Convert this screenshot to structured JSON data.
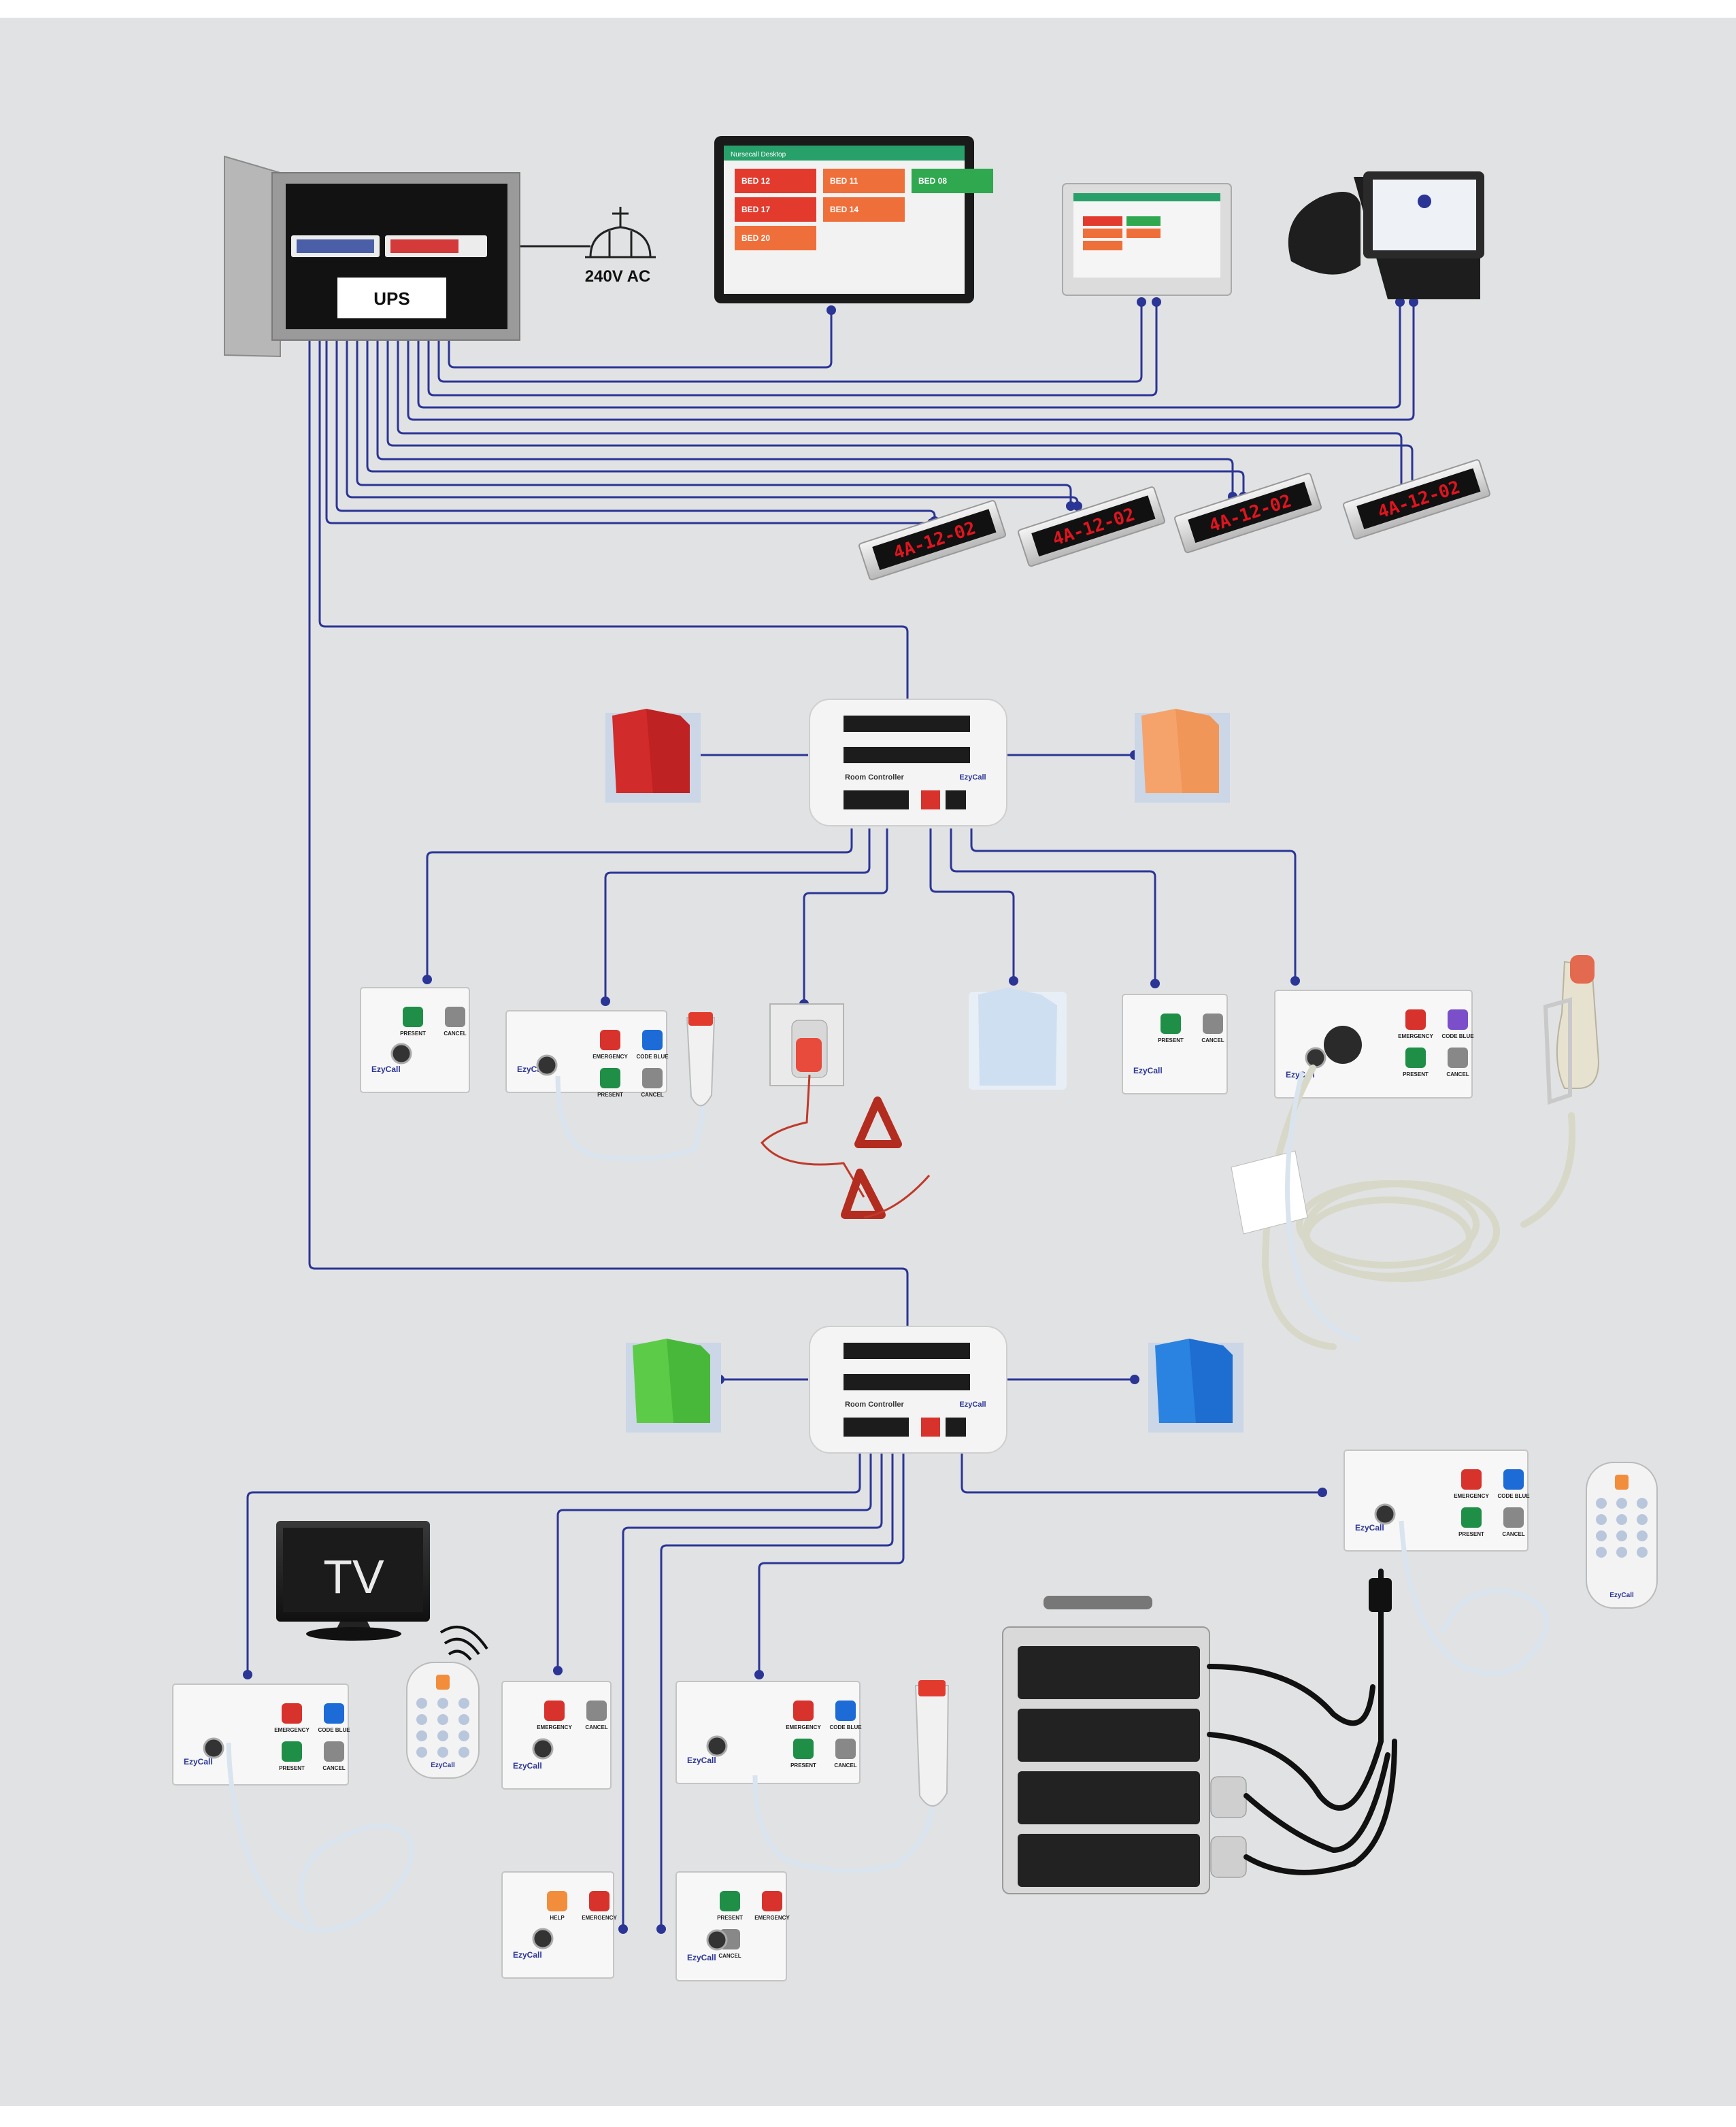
{
  "diagram": {
    "rack_ups_label": "UPS",
    "power_label": "240V AC",
    "tv_label": "TV",
    "dashboard_title": "Nursecall Desktop",
    "led_display_text": "4A-12-02",
    "brand": "EzyCall",
    "room_controller_label": "Room Controller",
    "dashboard_tiles": [
      {
        "label": "BED 12",
        "color": "#e23b2e"
      },
      {
        "label": "BED 11",
        "color": "#ef6f3a"
      },
      {
        "label": "BED 08",
        "color": "#2fa84f"
      },
      {
        "label": "BED 17",
        "color": "#e23b2e"
      },
      {
        "label": "BED 14",
        "color": "#ef6f3a"
      },
      {
        "label": "BED 20",
        "color": "#ef6f3a"
      }
    ],
    "button_labels": {
      "present": "PRESENT",
      "cancel": "CANCEL",
      "emergency": "EMERGENCY",
      "code_blue": "CODE BLUE",
      "help": "HELP"
    },
    "colors": {
      "wire": "#2b3596",
      "panel": "#f7f7f7",
      "red": "#d8322c",
      "green": "#1f8f48",
      "blue": "#1d6bd6",
      "orange": "#f28d3c",
      "led_red": "#e0141f"
    }
  }
}
